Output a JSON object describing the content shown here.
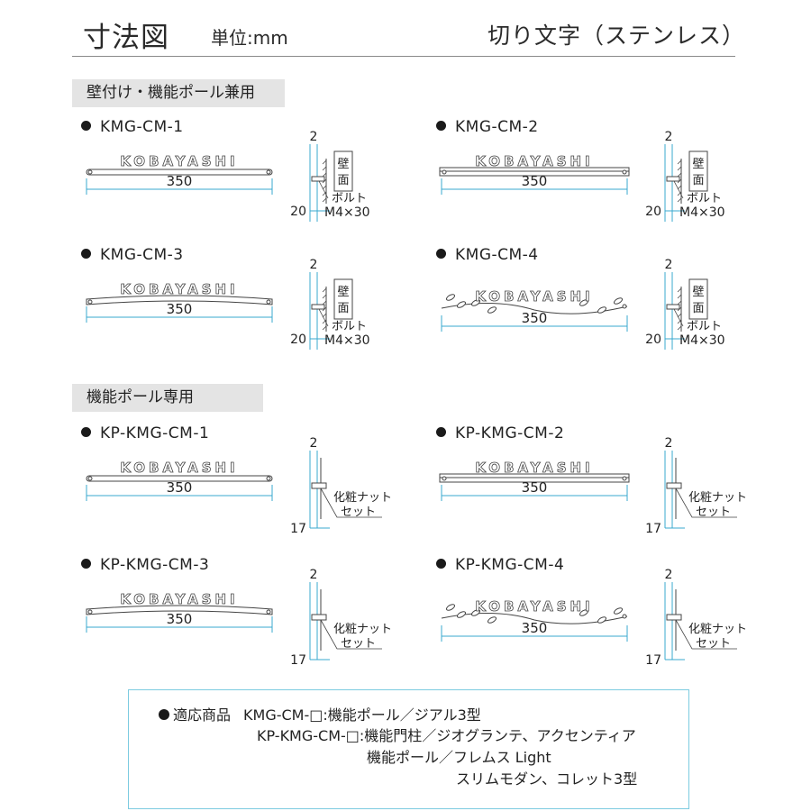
{
  "header": {
    "title": "寸法図",
    "unit": "単位:mm",
    "product_type": "切り文字（ステンレス）"
  },
  "sections": [
    {
      "label": "壁付け・機能ポール兼用"
    },
    {
      "label": "機能ポール専用"
    }
  ],
  "common": {
    "nameplate_text": "KOBAYASHI",
    "width_label": "350",
    "thickness_label": "2",
    "wall_label_1": "壁",
    "wall_label_2": "面",
    "bolt_label": "ボルト",
    "bolt_size": "M4×30",
    "nut_label_1": "化粧ナット",
    "nut_label_2": "セット"
  },
  "models": [
    {
      "name": "KMG-CM-1",
      "depth": "20"
    },
    {
      "name": "KMG-CM-2",
      "depth": "20"
    },
    {
      "name": "KMG-CM-3",
      "depth": "20"
    },
    {
      "name": "KMG-CM-4",
      "depth": "20"
    },
    {
      "name": "KP-KMG-CM-1",
      "depth": "17"
    },
    {
      "name": "KP-KMG-CM-2",
      "depth": "17"
    },
    {
      "name": "KP-KMG-CM-3",
      "depth": "17"
    },
    {
      "name": "KP-KMG-CM-4",
      "depth": "17"
    }
  ],
  "compat": {
    "heading": "適応商品",
    "line1_code": "KMG-CM-□",
    "line1_desc": ":機能ポール／ジアル3型",
    "line2_code": "KP-KMG-CM-□",
    "line2_desc": ":機能門柱／ジオグランテ、アクセンティア",
    "line3": "機能ポール／フレムス Light",
    "line4": "スリムモダン、コレット3型"
  },
  "colors": {
    "dimension_line": "#3aa9cf",
    "outline": "#444444",
    "box_border": "#7ccbe0"
  }
}
